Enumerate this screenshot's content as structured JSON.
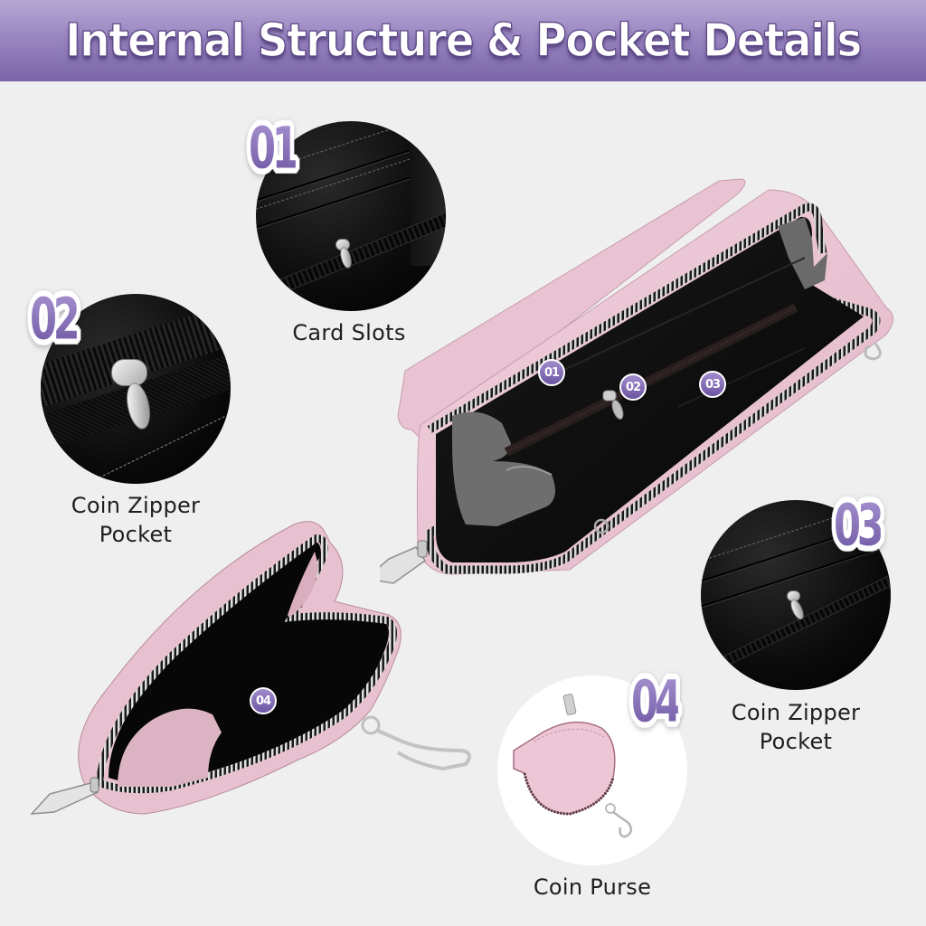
{
  "header": {
    "title": "Internal Structure & Pocket Details",
    "gradient_top": "#b6a6d3",
    "gradient_bottom": "#7a65a8"
  },
  "colors": {
    "background": "#efefef",
    "badge_purple": "#8a74b8",
    "wallet_pink": "#e8c4d2",
    "interior_black": "#0b0b0b"
  },
  "details": [
    {
      "number": "01",
      "label": "Card Slots",
      "icon": "card-slots-closeup"
    },
    {
      "number": "02",
      "label_line1": "Coin Zipper",
      "label_line2": "Pocket",
      "icon": "zipper-closeup"
    },
    {
      "number": "03",
      "label_line1": "Coin Zipper",
      "label_line2": "Pocket",
      "icon": "zipper-slots-closeup"
    },
    {
      "number": "04",
      "label": "Coin Purse",
      "icon": "pink-coin-purse"
    }
  ],
  "wallet_markers": [
    "01",
    "02",
    "03"
  ],
  "coin_purse_marker": "04"
}
